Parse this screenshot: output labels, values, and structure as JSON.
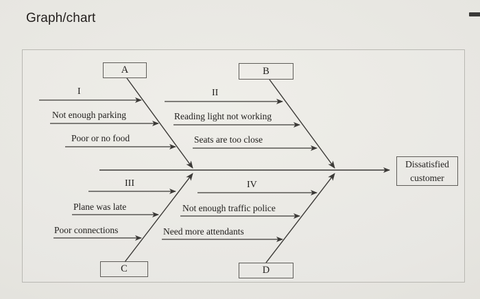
{
  "header": {
    "title": "Graph/chart",
    "corner_mark": "dash-mark"
  },
  "diagram": {
    "type": "fishbone-ishikawa",
    "effect": {
      "line1": "Dissatisfied",
      "line2": "customer"
    },
    "category_boxes": [
      {
        "id": "A",
        "label": "A",
        "position": "top-left"
      },
      {
        "id": "B",
        "label": "B",
        "position": "top-right"
      },
      {
        "id": "C",
        "label": "C",
        "position": "bottom-left"
      },
      {
        "id": "D",
        "label": "D",
        "position": "bottom-right"
      }
    ],
    "branches": [
      {
        "roman": "I",
        "box": "A",
        "side": "top",
        "causes": [
          "Not enough parking",
          "Poor or no food"
        ]
      },
      {
        "roman": "II",
        "box": "B",
        "side": "top",
        "causes": [
          "Reading light not working",
          "Seats are too close"
        ]
      },
      {
        "roman": "III",
        "box": "C",
        "side": "bottom",
        "causes": [
          "Plane was late",
          "Poor connections"
        ]
      },
      {
        "roman": "IV",
        "box": "D",
        "side": "bottom",
        "causes": [
          "Not enough traffic police",
          "Need more attendants"
        ]
      }
    ],
    "colors": {
      "page_background": "#e6e5e0",
      "line": "#3b3936",
      "box_border": "#5e5c58",
      "text": "#211f1d",
      "frame_border": "#b9b8b2"
    }
  }
}
